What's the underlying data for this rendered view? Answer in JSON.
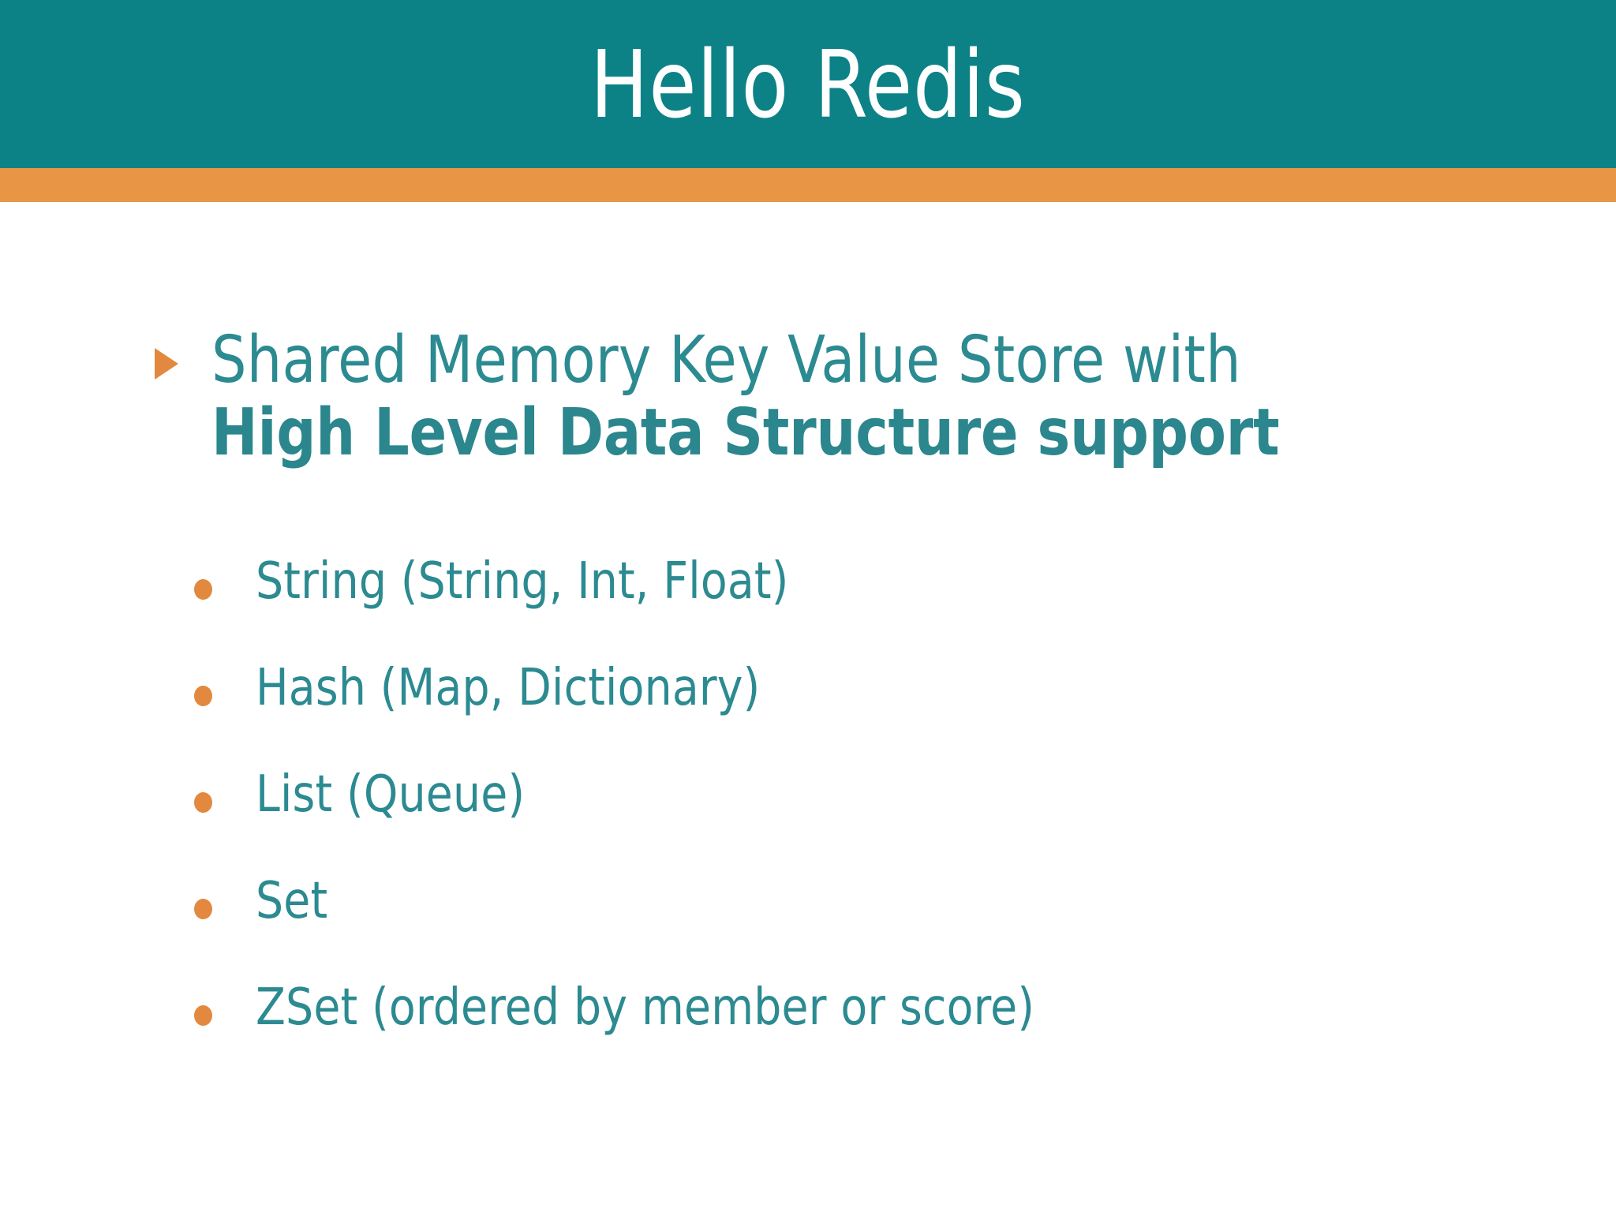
{
  "slide": {
    "title": "Hello Redis",
    "colors": {
      "header_teal": "#0C8287",
      "accent_orange": "#E89646",
      "bullet_orange": "#E2893F",
      "body_teal": "#2C8A91",
      "background": "#FFFFFF",
      "title_text": "#FFFFFF"
    },
    "main_bullet": {
      "marker": "triangle-right",
      "line1": "Shared Memory Key Value Store with",
      "line2": "High Level Data Structure support"
    },
    "sub_bullets": [
      {
        "marker": "dot",
        "label": "String (String, Int, Float)"
      },
      {
        "marker": "dot",
        "label": "Hash (Map, Dictionary)"
      },
      {
        "marker": "dot",
        "label": "List (Queue)"
      },
      {
        "marker": "dot",
        "label": "Set"
      },
      {
        "marker": "dot",
        "label": "ZSet (ordered by member or score)"
      }
    ]
  }
}
